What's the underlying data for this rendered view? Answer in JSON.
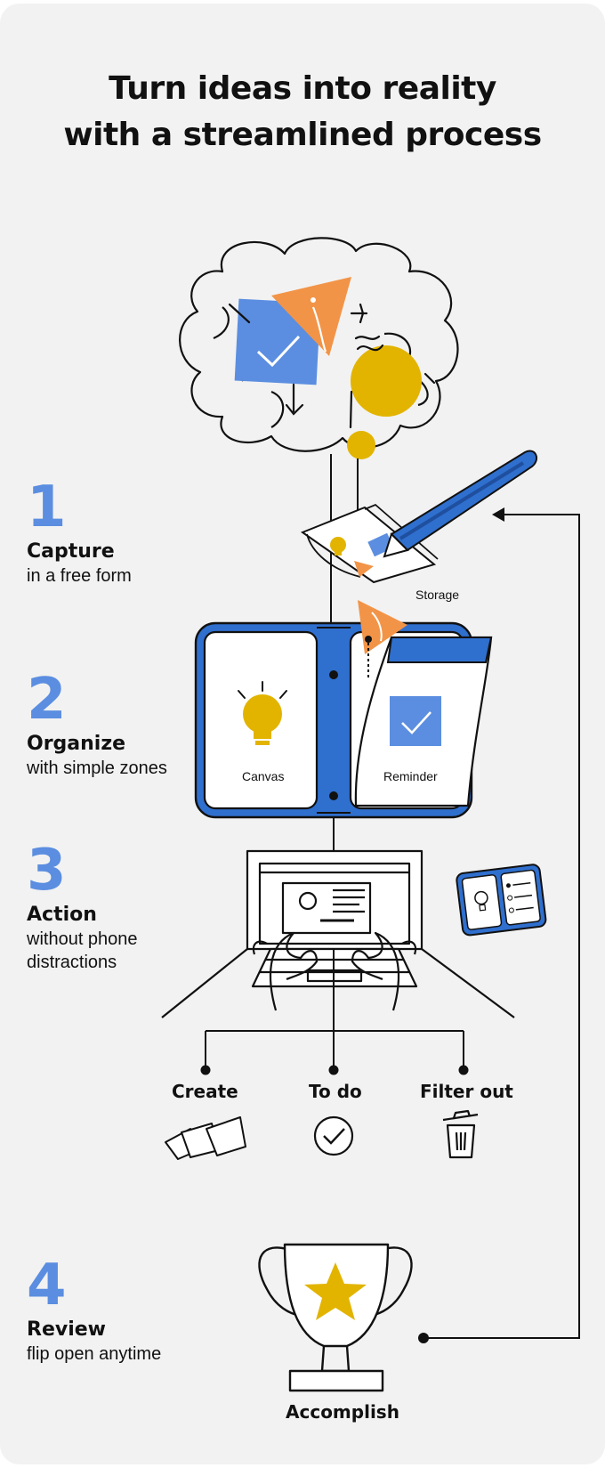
{
  "header": {
    "title_line1": "Turn ideas into reality",
    "title_line2": "with a streamlined process"
  },
  "steps": [
    {
      "number": "1",
      "label": "Capture",
      "desc_line1": "in a free form",
      "desc_line2": ""
    },
    {
      "number": "2",
      "label": "Organize",
      "desc_line1": "with simple zones",
      "desc_line2": ""
    },
    {
      "number": "3",
      "label": "Action",
      "desc_line1": "without phone",
      "desc_line2": "distractions"
    },
    {
      "number": "4",
      "label": "Review",
      "desc_line1": "flip open anytime",
      "desc_line2": ""
    }
  ],
  "diagram": {
    "storage_label": "Storage",
    "canvas_label": "Canvas",
    "reminder_label": "Reminder",
    "branches": [
      "Create",
      "To do",
      "Filter out"
    ],
    "result_label": "Accomplish"
  },
  "colors": {
    "background": "#f2f2f2",
    "accent_blue": "#5b8ee0",
    "device_blue": "#2f6fce",
    "orange": "#f29447",
    "yellow": "#e2b400",
    "ink": "#111111"
  },
  "icons": [
    "brain-cloud-icon",
    "pen-icon",
    "paper-notes-icon",
    "foldable-device-icon",
    "laptop-icon",
    "mini-device-icon",
    "papers-icon",
    "check-circle-icon",
    "trash-icon",
    "trophy-icon",
    "star-icon",
    "lightbulb-icon",
    "checkbox-icon"
  ]
}
